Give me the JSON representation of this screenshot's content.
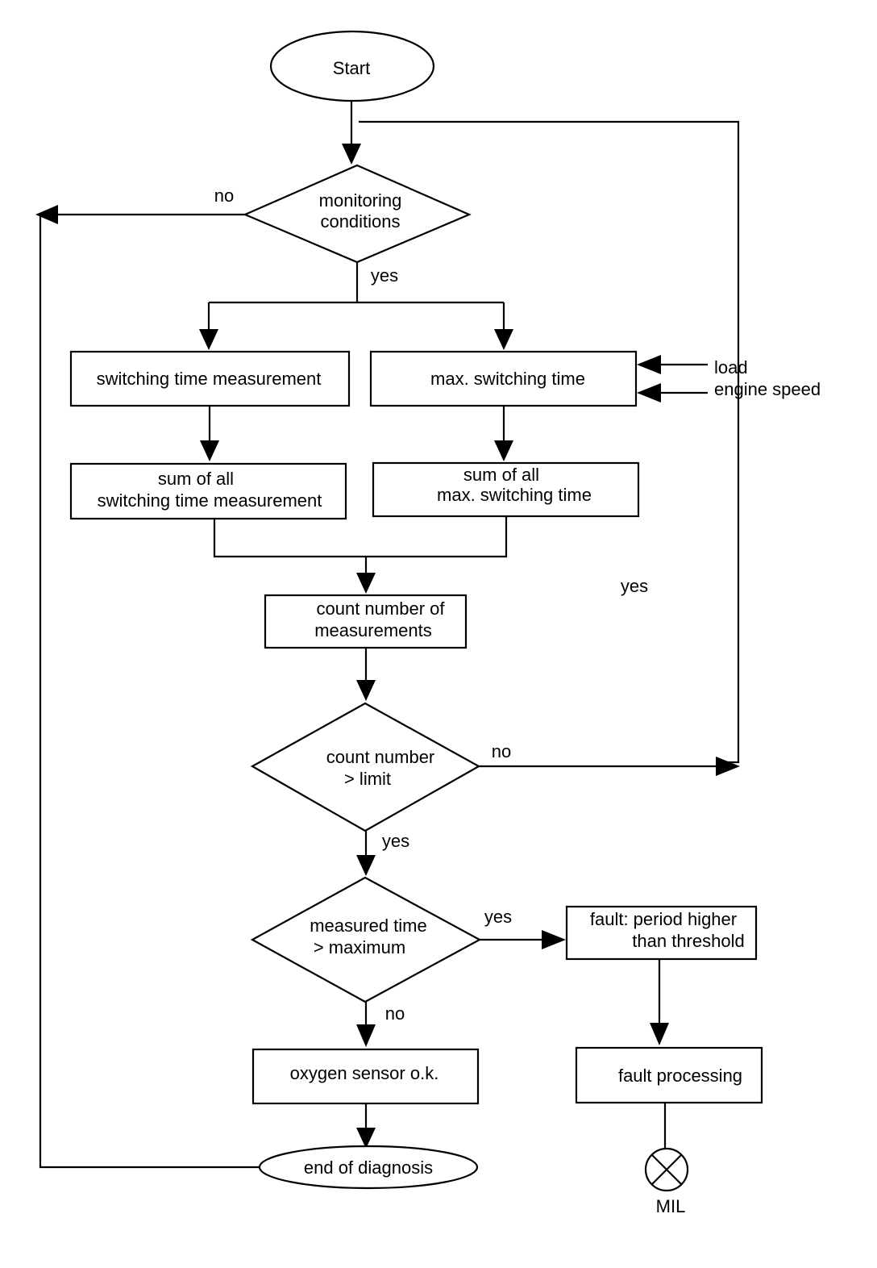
{
  "nodes": {
    "start": "Start",
    "monitoring": [
      "monitoring",
      "conditions"
    ],
    "switching_measurement": "switching time measurement",
    "max_switching": "max. switching time",
    "sum_measurement": [
      "sum of all",
      "switching time measurement"
    ],
    "sum_max": [
      "sum of all",
      "max. switching time"
    ],
    "count": [
      "count number of",
      "measurements"
    ],
    "count_limit": [
      "count number",
      "> limit"
    ],
    "measured_time": [
      "measured time",
      "> maximum"
    ],
    "fault": [
      "fault: period higher",
      "than threshold"
    ],
    "fault_processing": "fault processing",
    "sensor_ok": "oxygen sensor o.k.",
    "end": "end of diagnosis"
  },
  "inputs": {
    "load": "load",
    "engine_speed": "engine speed"
  },
  "edge_labels": {
    "monitoring_no": "no",
    "monitoring_yes": "yes",
    "loop_yes": "yes",
    "count_no": "no",
    "count_yes": "yes",
    "measured_yes": "yes",
    "measured_no": "no"
  },
  "lamp": {
    "label": "MIL"
  }
}
